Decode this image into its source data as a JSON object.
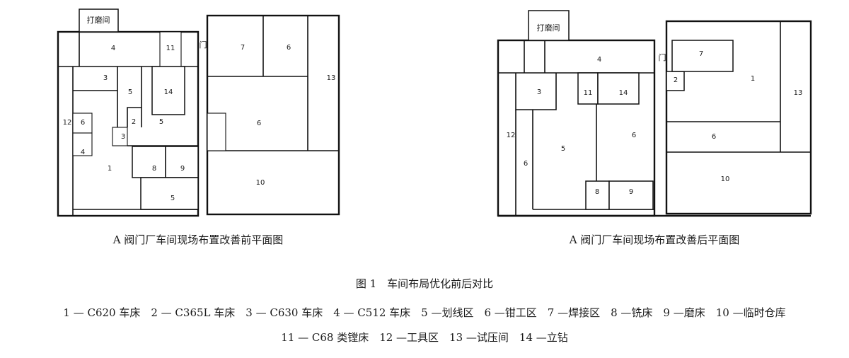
{
  "figure": {
    "before_caption": "A 阀门厂车间现场布置改善前平面图",
    "after_caption": "A 阀门厂车间现场布置改善后平面图",
    "title": "图 1　车间布局优化前后对比",
    "legend_row1": "1 — C620 车床　2 — C365L 车床　3 — C630 车床　4 — C512 车床　5 —划线区　6 —钳工区　7 —焊接区　8 —铣床　9 —磨床　10 —临时仓库",
    "legend_row2": "11 — C68 类镗床　12 —工具区　13 —试压间　14 —立钻"
  },
  "before_plan": {
    "grinding_room": "打磨间",
    "door": "门",
    "labels": {
      "r4": "4",
      "r11": "11",
      "r7": "7",
      "r6a": "6",
      "r13": "13",
      "r3a": "3",
      "r5a": "5",
      "r14": "14",
      "r2": "2",
      "r5b": "5",
      "r12": "12",
      "r6b": "6",
      "r3b": "3",
      "r6c": "6",
      "r4b": "4",
      "r1": "1",
      "r8": "8",
      "r9": "9",
      "r10": "10",
      "r5c": "5"
    }
  },
  "after_plan": {
    "grinding_room": "打磨间",
    "door": "门",
    "labels": {
      "r4": "4",
      "r7": "7",
      "r2": "2",
      "r1": "1",
      "r3": "3",
      "r11": "11",
      "r14": "14",
      "r13": "13",
      "r12": "12",
      "r5": "5",
      "r6a": "6",
      "r6b": "6",
      "r6c": "6",
      "r10": "10",
      "r8": "8",
      "r9": "9"
    }
  }
}
